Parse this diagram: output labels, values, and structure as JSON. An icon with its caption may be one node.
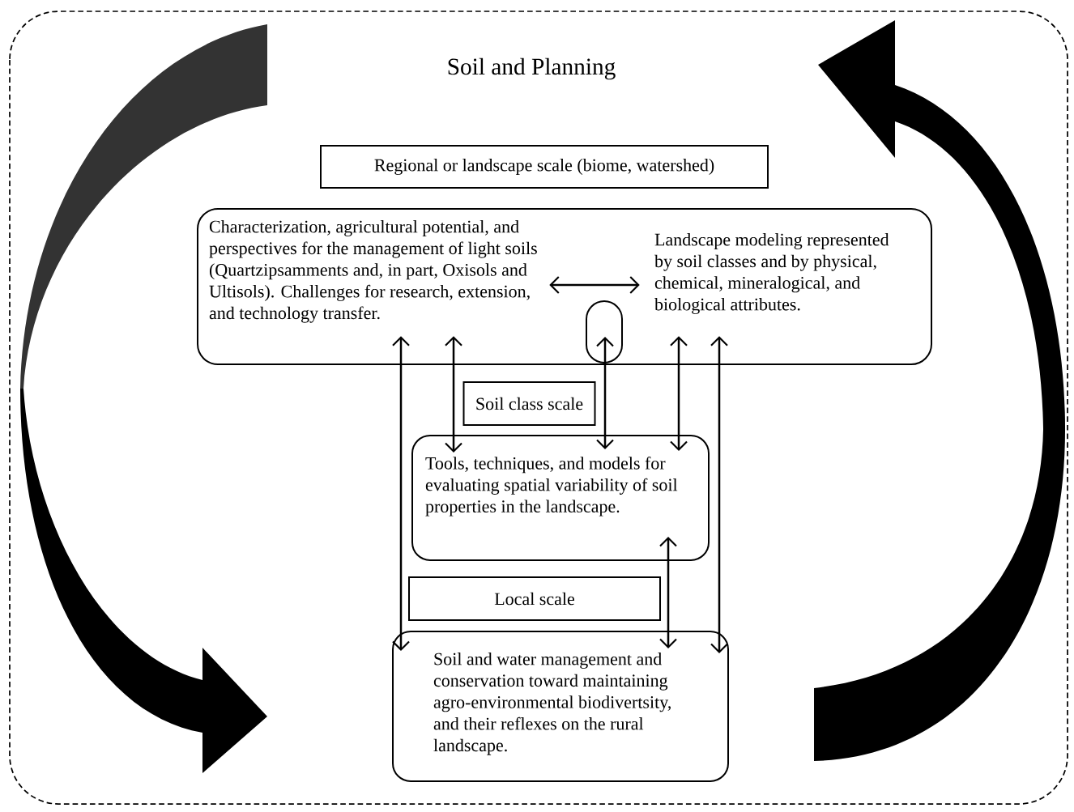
{
  "diagram": {
    "title": "Soil and Planning",
    "nodes": [
      {
        "text": [
          "Regional or landscape scale (biome, watershed)"
        ]
      },
      {
        "text": [],
        "shape": "box"
      },
      {
        "text": [
          "Characterization, agricultural potential, and perspectives for the management of light soils (Quartzipsamments and, in part, Oxisols and Ultisols). Challenges for research, extension, and technology transfer."
        ],
        "in": 1
      },
      {
        "text": [],
        "shape": "capsule",
        "in": 1
      },
      {
        "text": [
          "Landscape modeling represented by soil classes and by physical, chemical, mineralogical, and biological attributes."
        ],
        "in": 1
      },
      {
        "text": [
          "Soil class scale"
        ]
      },
      {
        "text": [
          "Tools, techniques, and models for evaluating spatial variability of soil properties in the landscape."
        ]
      },
      {
        "text": [
          "Local scale"
        ]
      },
      {
        "text": [
          "Soil and water management and conservation toward maintaining agro-environmental biodivertsity, and their reflexes on the rural landscape."
        ]
      }
    ],
    "edges": [
      {
        "from": 2,
        "to": 8,
        "arrow": "both"
      },
      {
        "from": 2,
        "to": 6,
        "arrow": "both"
      },
      {
        "from": 3,
        "to": 6,
        "arrow": "both"
      },
      {
        "from": 4,
        "to": 6,
        "arrow": "both"
      },
      {
        "from": 4,
        "to": 8,
        "arrow": "both"
      },
      {
        "from": 6,
        "to": 8,
        "arrow": "both"
      },
      {
        "from": 2,
        "to": 4,
        "arrow": "both"
      }
    ]
  }
}
